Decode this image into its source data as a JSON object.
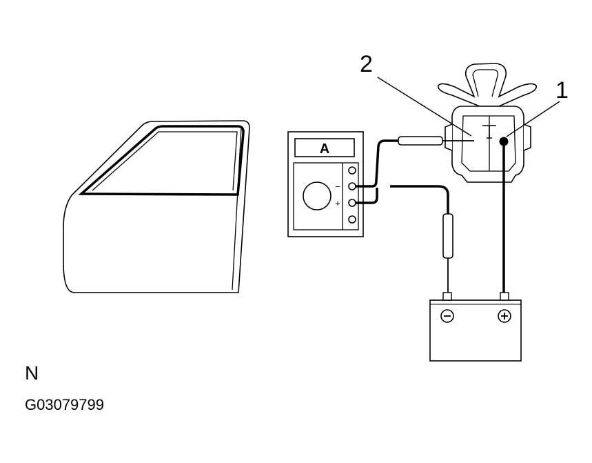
{
  "callouts": {
    "part_1": "1",
    "part_2": "2"
  },
  "meter": {
    "display": "A",
    "minus_mark": "−",
    "plus_mark": "+"
  },
  "battery": {
    "negative_terminal_icon": "minus-circle-icon",
    "positive_terminal_icon": "plus-circle-icon"
  },
  "view_letter": "N",
  "figure_code": "G03079799",
  "colors": {
    "line": "#000000",
    "fill": "#ffffff"
  }
}
